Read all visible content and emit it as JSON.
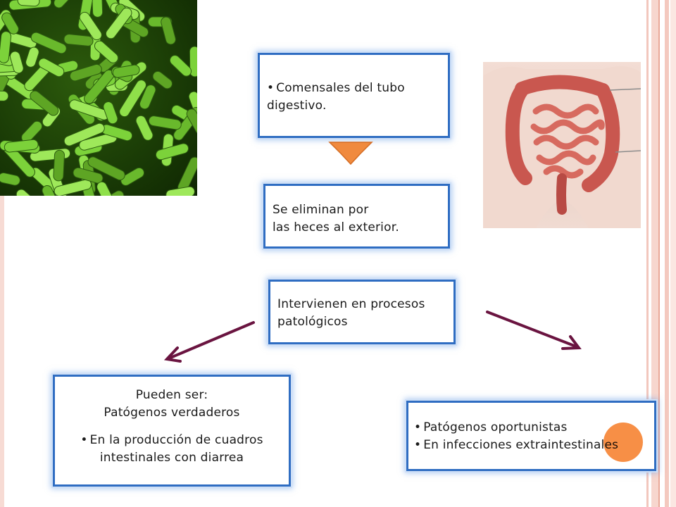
{
  "boxes": {
    "commensal": {
      "items": [
        "Comensales del tubo digestivo."
      ]
    },
    "eliminated": {
      "lines": [
        "Se eliminan por",
        "las heces al exterior."
      ]
    },
    "pathologic": {
      "lines": [
        "Intervienen en procesos",
        "patológicos"
      ]
    },
    "true_pathogens": {
      "lines": [
        "Pueden ser:",
        "Patógenos  verdaderos"
      ],
      "items": [
        "En  la producción de cuadros intestinales con diarrea"
      ]
    },
    "opportunistic": {
      "items": [
        "Patógenos oportunistas",
        "En infecciones extraintestinales"
      ]
    }
  },
  "colors": {
    "box_border": "#2f6dc2",
    "arrow_color": "#6a1440",
    "down_arrow_fill": "#f08a3e",
    "accent_dot": "#f7893c",
    "bacteria_green": "#7cd23a",
    "intestine_red": "#c9574f"
  },
  "icons": {
    "down_arrow": "down-arrow-icon",
    "left_arrow": "diagonal-arrow-left-icon",
    "right_arrow": "diagonal-arrow-right-icon"
  }
}
